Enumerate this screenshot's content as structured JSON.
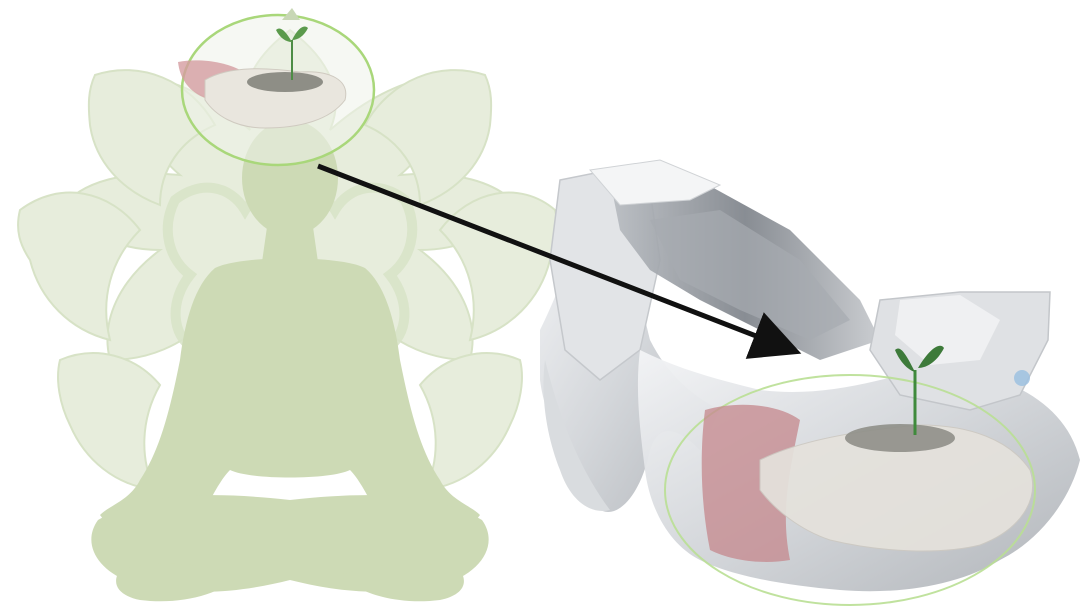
{
  "illustration": {
    "figure": "meditating-figure-silhouette",
    "background": "lotus-mandala",
    "crown": "hands-holding-seedling",
    "pointer": "arrow-to-crystal",
    "object": "quartz-crystal-cluster"
  },
  "colors": {
    "background": "#ffffff",
    "silhouette": "#cfdcb8",
    "mandala": "#e4ecd8",
    "mandala_stroke": "#d7e3c6",
    "halo": "#a9d77a",
    "arrow": "#111111",
    "crystal_light": "#e9ebee",
    "crystal_mid": "#c9ccd1",
    "crystal_dark": "#8f949a",
    "hand": "#e7e3da",
    "sleeve": "#c98a8f",
    "soil": "#8e8e86",
    "leaf": "#3f8a3c"
  }
}
